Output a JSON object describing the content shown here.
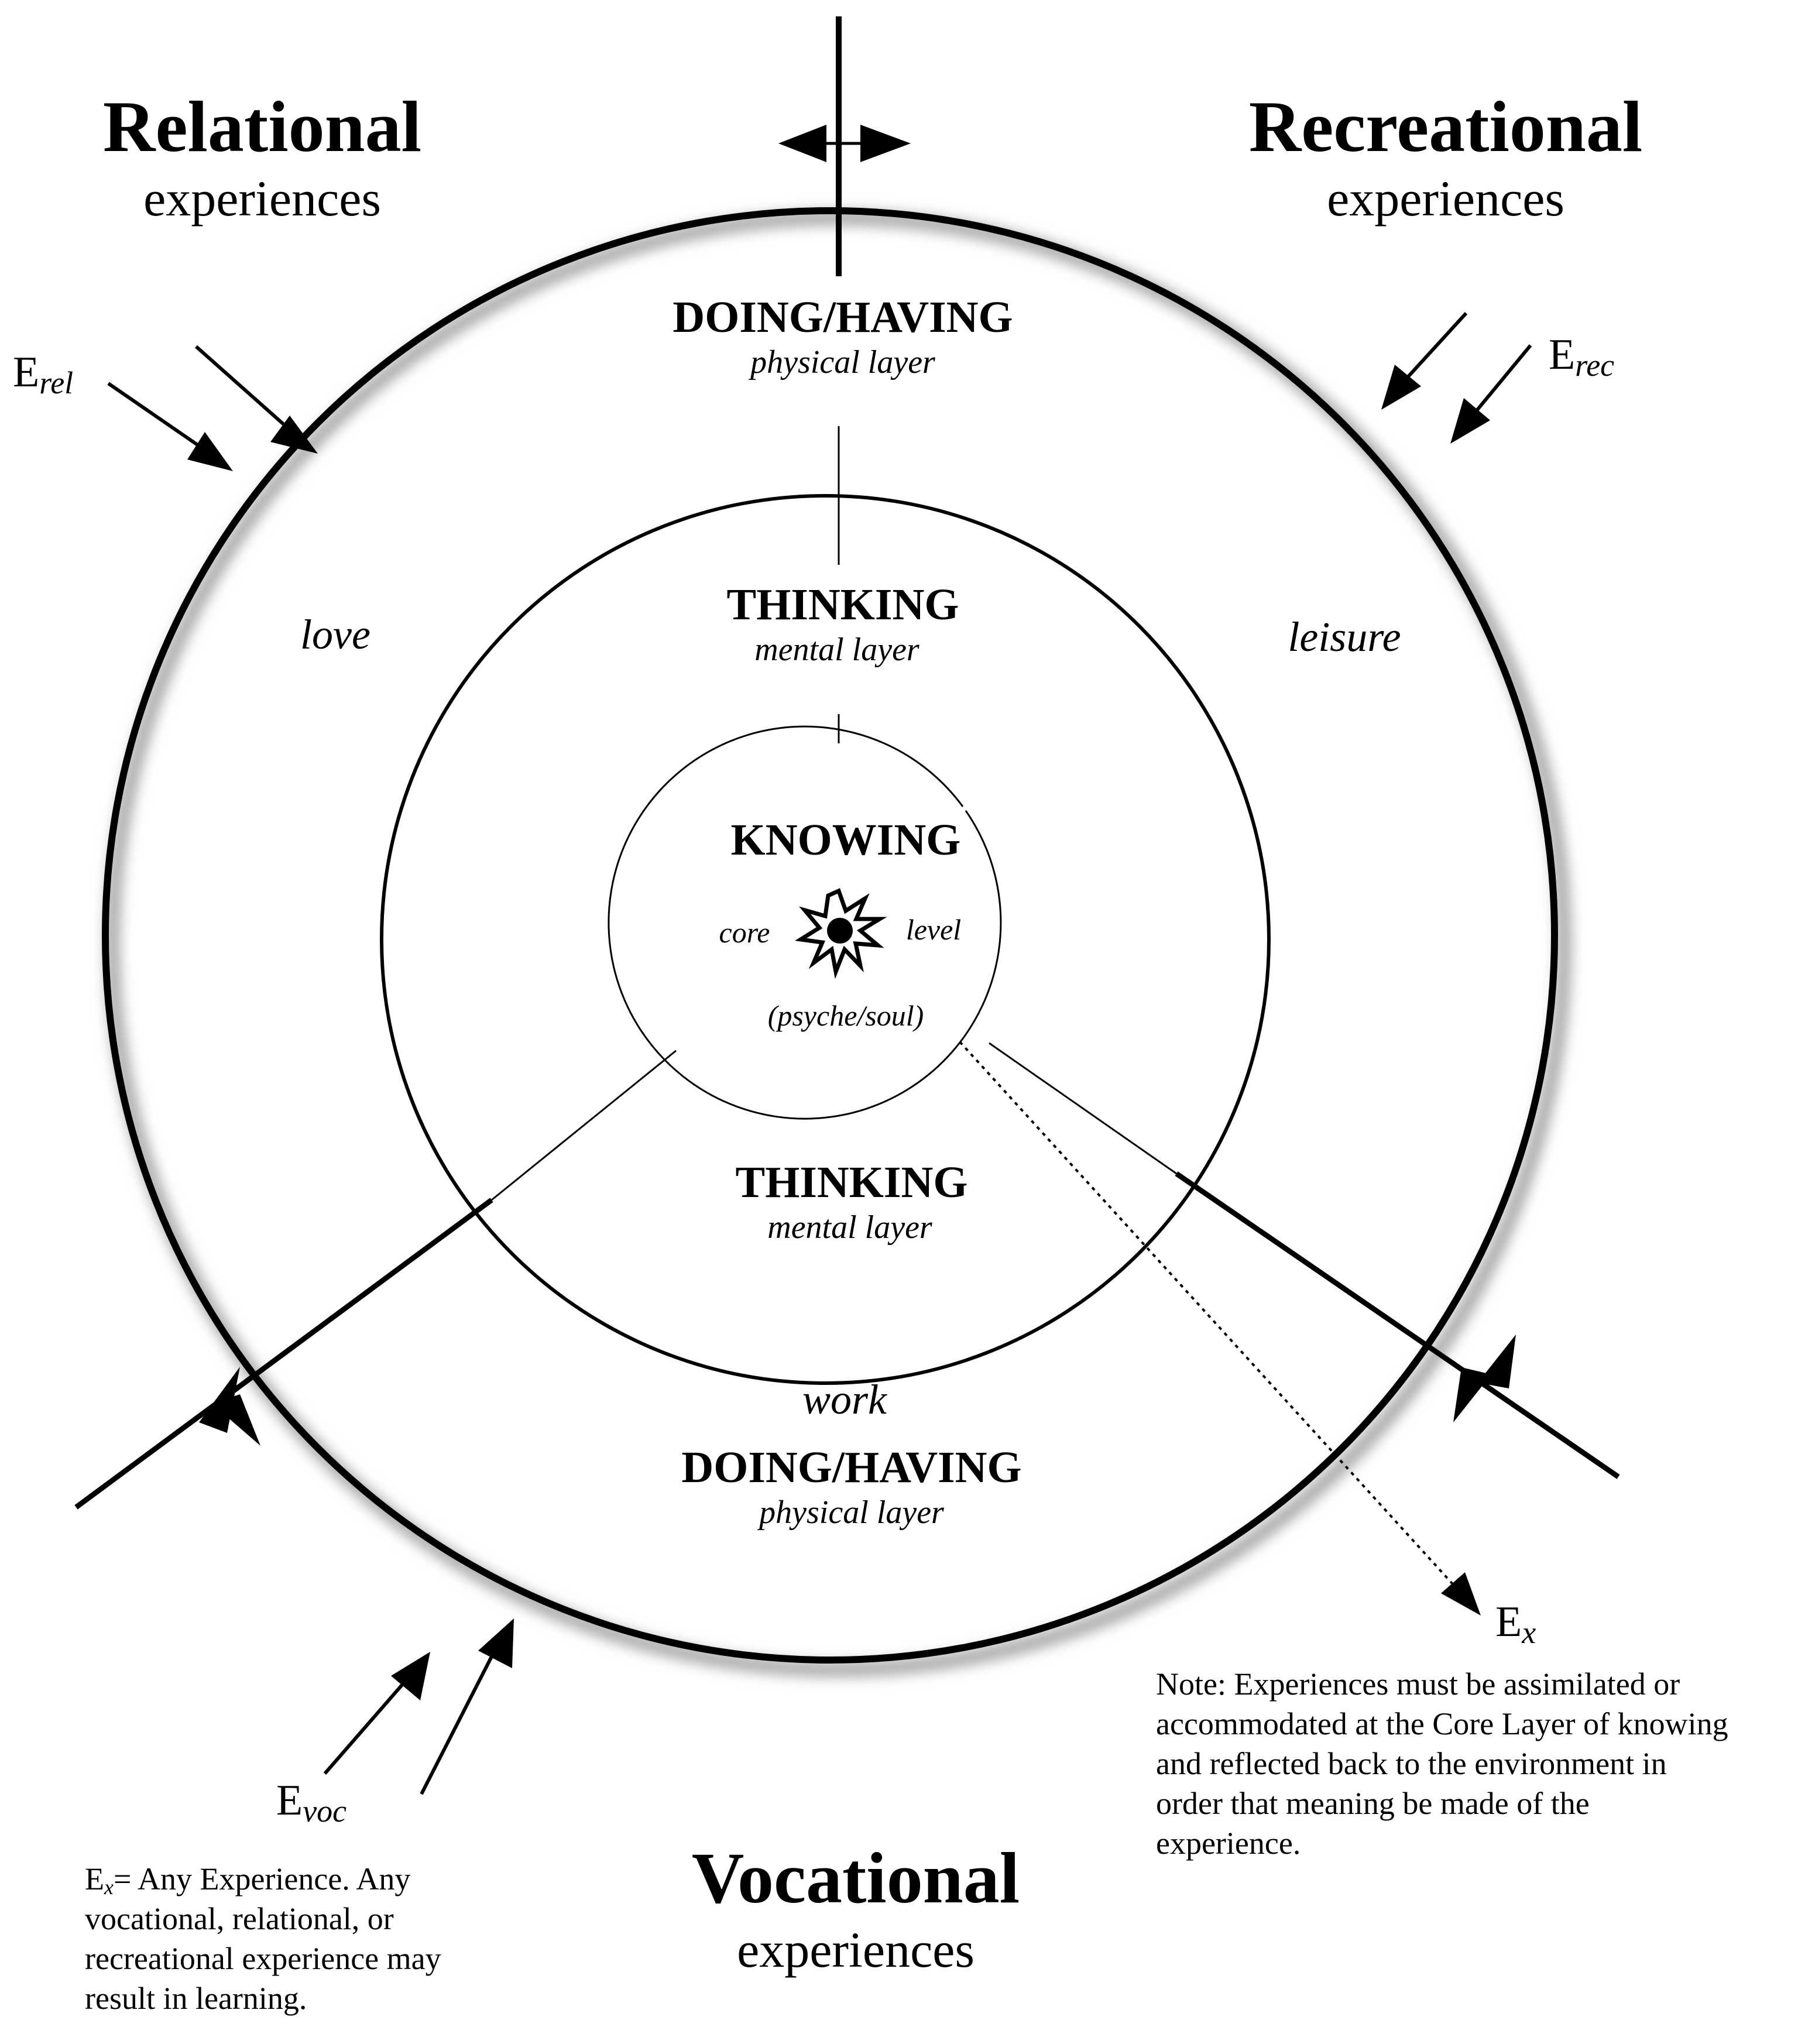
{
  "corners": {
    "relational": {
      "title": "Relational",
      "subtitle": "experiences"
    },
    "recreational": {
      "title": "Recreational",
      "subtitle": "experiences"
    },
    "vocational": {
      "title": "Vocational",
      "subtitle": "experiences"
    }
  },
  "layers": {
    "physical_top": {
      "title": "DOING/HAVING",
      "subtitle": "physical layer"
    },
    "mental_top": {
      "title": "THINKING",
      "subtitle": "mental layer"
    },
    "core": {
      "title": "KNOWING",
      "left": "core",
      "right": "level",
      "bottom": "(psyche/soul)"
    },
    "mental_bottom": {
      "title": "THINKING",
      "subtitle": "mental layer"
    },
    "physical_bottom": {
      "title": "DOING/HAVING",
      "subtitle": "physical layer"
    }
  },
  "sectors": {
    "love": "love",
    "leisure": "leisure",
    "work": "work"
  },
  "experience_labels": {
    "rel": {
      "base": "E",
      "sub": "rel"
    },
    "rec": {
      "base": "E",
      "sub": "rec"
    },
    "voc": {
      "base": "E",
      "sub": "voc"
    },
    "x": {
      "base": "E",
      "sub": "x"
    }
  },
  "notes": {
    "right": [
      "Note: Experiences must be assimilated or",
      "accommodated at the Core Layer of knowing",
      "and reflected back to the environment in",
      "order that meaning be made of the",
      "experience."
    ],
    "left_prefix": "E",
    "left_prefix_sub": "x",
    "left": [
      "= Any Experience.  Any",
      "vocational, relational, or",
      "recreational experience may",
      "result in learning."
    ]
  },
  "colors": {
    "ink": "#000000",
    "shadow": "#9a9a9a",
    "background": "#ffffff"
  }
}
